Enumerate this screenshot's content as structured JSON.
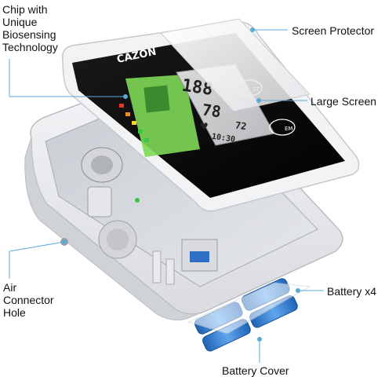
{
  "device": {
    "brand": "CAZON",
    "display": {
      "systolic": "188",
      "diastolic": "78",
      "pulse": "72",
      "time": "10:30",
      "button_start": "ST",
      "button_mem": "EM"
    }
  },
  "callouts": {
    "chip": "Chip with\nUnique\nBiosensing\nTechnology",
    "screen_protector": "Screen Protector",
    "large_screen": "Large Screen",
    "air_connector": "Air\nConnector\nHole",
    "battery": "Battery x4",
    "battery_cover": "Battery Cover"
  },
  "colors": {
    "accent_line": "#5aa9d6",
    "screen_green": "#7ed957",
    "device_body": "#e9eaec"
  }
}
